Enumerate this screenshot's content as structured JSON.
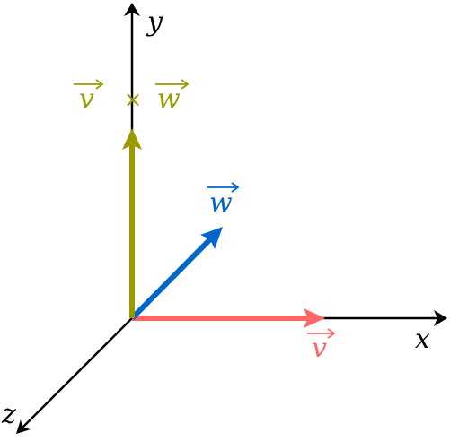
{
  "axes": {
    "x_label": "x",
    "y_label": "y",
    "z_label": "z",
    "color": "#000000"
  },
  "vectors": {
    "v": {
      "label": "v",
      "color": "#ff6666"
    },
    "w": {
      "label": "w",
      "color": "#0066cc"
    },
    "cross": {
      "left_label": "v",
      "operator": "×",
      "right_label": "w",
      "color": "#999900"
    }
  }
}
